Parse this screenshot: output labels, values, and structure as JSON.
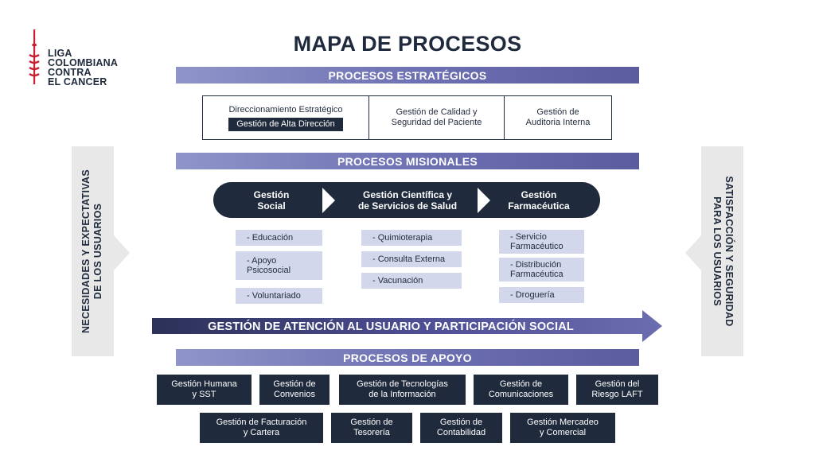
{
  "logo": {
    "lines": [
      "LIGA",
      "COLOMBIANA",
      "CONTRA",
      "EL CANCER"
    ]
  },
  "title": "MAPA DE PROCESOS",
  "sections": {
    "strategic": "PROCESOS ESTRATÉGICOS",
    "missional": "PROCESOS MISIONALES",
    "support": "PROCESOS DE APOYO"
  },
  "strategic": {
    "box1_title": "Direccionamiento Estratégico",
    "box1_sub": "Gestión de Alta Dirección",
    "box2_line1": "Gestión de Calidad y",
    "box2_line2": "Seguridad del Paciente",
    "box3_line1": "Gestión de",
    "box3_line2": "Auditoria Interna"
  },
  "sides": {
    "left_line1": "NECESIDADES Y EXPECTATIVAS",
    "left_line2": "DE LOS USUARIOS",
    "right_line1": "SATISFACCIÓN Y SEGURIDAD",
    "right_line2": "PARA LOS USUARIOS"
  },
  "missional": {
    "social_l1": "Gestión",
    "social_l2": "Social",
    "science_l1": "Gestión Científica y",
    "science_l2": "de Servicios de Salud",
    "pharma_l1": "Gestión",
    "pharma_l2": "Farmacéutica",
    "social_items": {
      "a": "- Educación",
      "b1": "- Apoyo",
      "b2": "Psicosocial",
      "c": "- Voluntariado"
    },
    "science_items": {
      "a": "- Quimioterapia",
      "b": "- Consulta Externa",
      "c": "- Vacunación"
    },
    "pharma_items": {
      "a1": "- Servicio",
      "a2": "Farmacéutico",
      "b1": "- Distribución",
      "b2": "Farmacéutica",
      "c": "- Droguería"
    }
  },
  "arrow_label": "GESTIÓN DE ATENCIÓN AL USUARIO Y PARTICIPACIÓN SOCIAL",
  "support": {
    "row1": [
      {
        "l1": "Gestión Humana",
        "l2": "y SST"
      },
      {
        "l1": "Gestión de",
        "l2": "Convenios"
      },
      {
        "l1": "Gestión de Tecnologías",
        "l2": "de la Información"
      },
      {
        "l1": "Gestión de",
        "l2": "Comunicaciones"
      },
      {
        "l1": "Gestión del",
        "l2": "Riesgo LAFT"
      }
    ],
    "row2": [
      {
        "l1": "Gestión de Facturación",
        "l2": "y Cartera"
      },
      {
        "l1": "Gestión de",
        "l2": "Tesorería"
      },
      {
        "l1": "Gestión de",
        "l2": "Contabilidad"
      },
      {
        "l1": "Gestión Mercadeo",
        "l2": "y Comercial"
      }
    ]
  },
  "colors": {
    "navy": "#1f2a3c",
    "bar_gradient_start": "#8f95c9",
    "bar_gradient_end": "#5b5b9f",
    "sub_box": "#d3d7ec",
    "side_panel": "#e8e8e8",
    "logo_red": "#c8202e"
  }
}
